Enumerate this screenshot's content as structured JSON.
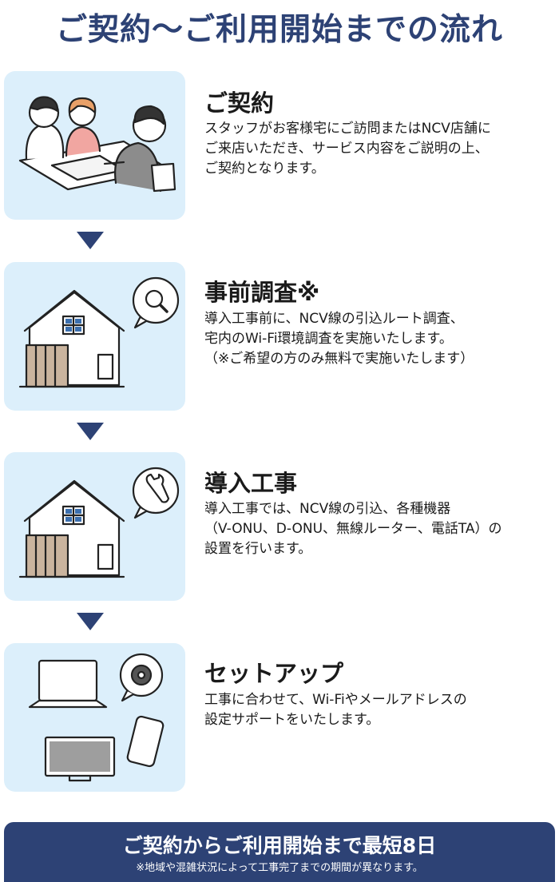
{
  "page": {
    "title": "ご契約～ご利用開始までの流れ"
  },
  "steps": [
    {
      "title": "ご契約",
      "icon": "contract-meeting-illustration",
      "lines": [
        "スタッフがお客様宅にご訪問またはNCV店舗に",
        "ご来店いただき、サービス内容をご説明の上、",
        "ご契約となります。"
      ]
    },
    {
      "title": "事前調査※",
      "icon": "house-search-illustration",
      "lines": [
        "導入工事前に、NCV線の引込ルート調査、",
        "宅内のWi-Fi環境調査を実施いたします。",
        "（※ご希望の方のみ無料で実施いたします）"
      ]
    },
    {
      "title": "導入工事",
      "icon": "house-wrench-illustration",
      "lines": [
        "導入工事では、NCV線の引込、各種機器",
        "（V-ONU、D-ONU、無線ルーター、電話TA）の",
        "設置を行います。"
      ]
    },
    {
      "title": "セットアップ",
      "icon": "devices-gear-illustration",
      "lines": [
        "工事に合わせて、Wi-Fiやメールアドレスの",
        "設定サポートをいたします。"
      ]
    }
  ],
  "summary": {
    "main": "ご契約からご利用開始まで最短8日",
    "note": "※地域や混雑状況によって工事完了までの期間が異なります。"
  },
  "colors": {
    "primary": "#2d4275",
    "card_bg": "#dceffb",
    "text": "#1a1a1a"
  }
}
